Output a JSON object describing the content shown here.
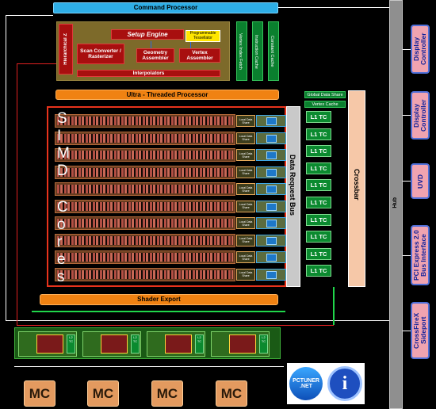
{
  "command_processor": "Command Processor",
  "setup_engine": "Setup Engine",
  "programmable_tessellator": "Programmable Tessellator",
  "hierarchical_z": "Hierarchical Z",
  "scan_converter": "Scan Converter / Rasterizer",
  "geometry_assembler": "Geometry Assembler",
  "vertex_assembler": "Vertex Assembler",
  "interpolators": "Interpolators",
  "vertex_index_fetch": "Vertex Index Fetch",
  "instruction_cache": "Instruction Cache",
  "constant_cache": "Constant Cache",
  "ultra_threaded_processor": "Ultra - Threaded Processor",
  "simd_letters": [
    "S",
    "I",
    "M",
    "D",
    "C",
    "o",
    "r",
    "e",
    "s"
  ],
  "lds_label": "Local Data Share",
  "global_data_share": "Global Data Share",
  "vertex_cache": "Vertex Cache",
  "data_request_bus": "Data Request Bus",
  "l1_label": "L1 TC",
  "l1_count": 10,
  "crossbar": "Crossbar",
  "hub": "Hub",
  "shader_export": "Shader Export",
  "side_blocks": [
    "Display Controller",
    "Display Controller",
    "UVD",
    "PCI Express 2.0 Bus Interface",
    "CrossFireX Sideport"
  ],
  "mc_labels": [
    "MC",
    "MC",
    "MC",
    "MC"
  ],
  "l2_label": "L2 TC",
  "logos": [
    "pctuner-logo",
    "info-logo"
  ],
  "logo_text": {
    "pctuner": "PCTUNER .NET"
  }
}
